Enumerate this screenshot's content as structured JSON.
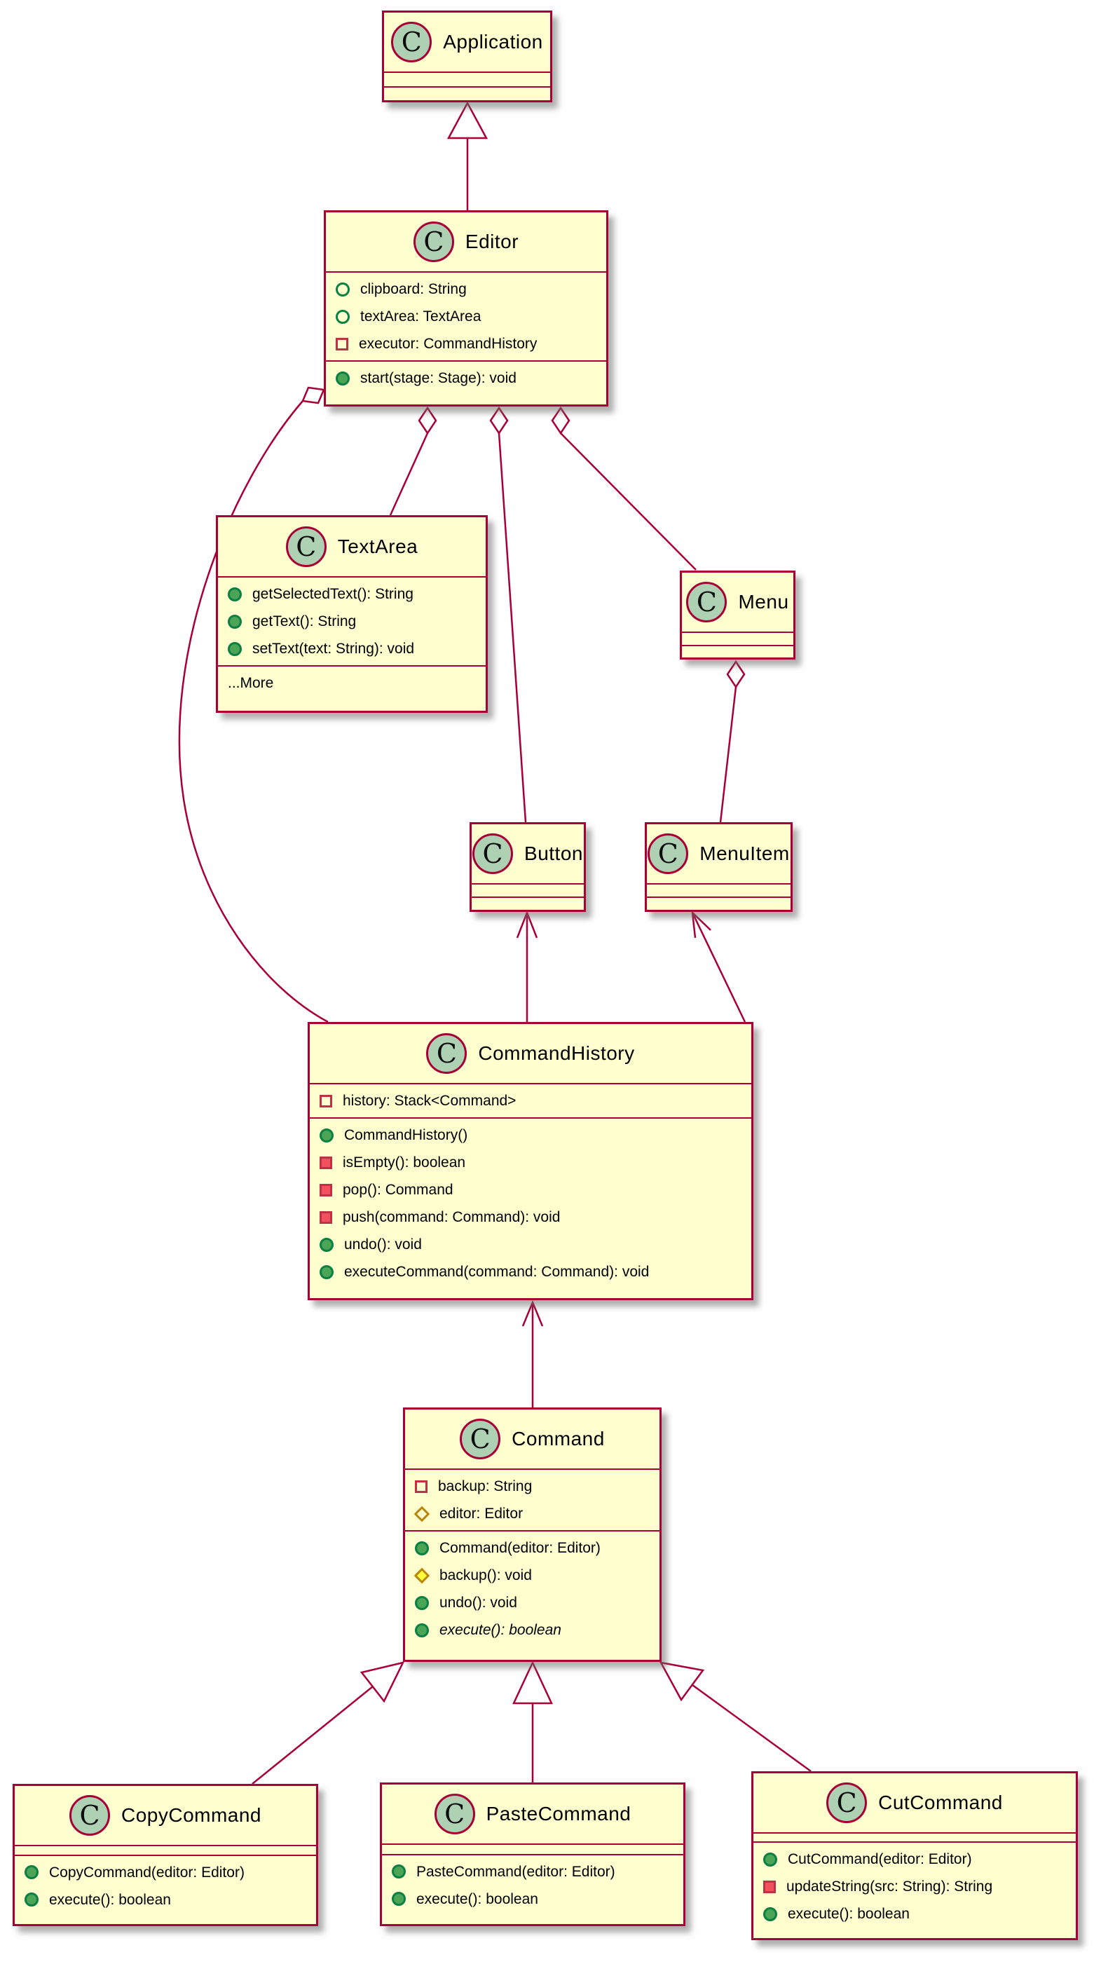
{
  "diagram_title": "Command pattern class diagram",
  "colors": {
    "box_fill": "#FEFECE",
    "border": "#A80036",
    "class_circle_fill": "#ADD1B2",
    "public_icon": "#0B8043",
    "private_icon": "#BE3246",
    "protected_icon": "#B8860B"
  },
  "classes": {
    "application": {
      "stereotype": "C",
      "name": "Application",
      "compartments": [
        [],
        []
      ]
    },
    "editor": {
      "stereotype": "C",
      "name": "Editor",
      "compartments": [
        [
          {
            "icon": "public-field",
            "text": "clipboard: String"
          },
          {
            "icon": "public-field",
            "text": "textArea: TextArea"
          },
          {
            "icon": "private-field",
            "text": "executor: CommandHistory"
          }
        ],
        [
          {
            "icon": "public-method",
            "text": "start(stage: Stage): void"
          }
        ]
      ]
    },
    "textarea": {
      "stereotype": "C",
      "name": "TextArea",
      "compartments": [
        [
          {
            "icon": "public-method",
            "text": "getSelectedText(): String"
          },
          {
            "icon": "public-method",
            "text": "getText(): String"
          },
          {
            "icon": "public-method",
            "text": "setText(text: String): void"
          }
        ],
        [
          {
            "icon": null,
            "text": "...More"
          }
        ]
      ]
    },
    "menu": {
      "stereotype": "C",
      "name": "Menu",
      "compartments": [
        [],
        []
      ]
    },
    "button": {
      "stereotype": "C",
      "name": "Button",
      "compartments": [
        [],
        []
      ]
    },
    "menuitem": {
      "stereotype": "C",
      "name": "MenuItem",
      "compartments": [
        [],
        []
      ]
    },
    "commandhistory": {
      "stereotype": "C",
      "name": "CommandHistory",
      "compartments": [
        [
          {
            "icon": "private-field",
            "text": "history: Stack<Command>"
          }
        ],
        [
          {
            "icon": "public-method",
            "text": "CommandHistory()"
          },
          {
            "icon": "private-method",
            "text": "isEmpty(): boolean"
          },
          {
            "icon": "private-method",
            "text": "pop(): Command"
          },
          {
            "icon": "private-method",
            "text": "push(command: Command): void"
          },
          {
            "icon": "public-method",
            "text": "undo(): void"
          },
          {
            "icon": "public-method",
            "text": "executeCommand(command: Command): void"
          }
        ]
      ]
    },
    "command": {
      "stereotype": "C",
      "name": "Command",
      "compartments": [
        [
          {
            "icon": "private-field",
            "text": "backup: String"
          },
          {
            "icon": "protected-field",
            "text": "editor: Editor"
          }
        ],
        [
          {
            "icon": "public-method",
            "text": "Command(editor: Editor)"
          },
          {
            "icon": "protected-method",
            "text": "backup(): void"
          },
          {
            "icon": "public-method",
            "text": "undo(): void"
          },
          {
            "icon": "public-method",
            "text": "execute(): boolean",
            "italic": true
          }
        ]
      ]
    },
    "copycommand": {
      "stereotype": "C",
      "name": "CopyCommand",
      "compartments": [
        [],
        [
          {
            "icon": "public-method",
            "text": "CopyCommand(editor: Editor)"
          },
          {
            "icon": "public-method",
            "text": "execute(): boolean"
          }
        ]
      ]
    },
    "pastecommand": {
      "stereotype": "C",
      "name": "PasteCommand",
      "compartments": [
        [],
        [
          {
            "icon": "public-method",
            "text": "PasteCommand(editor: Editor)"
          },
          {
            "icon": "public-method",
            "text": "execute(): boolean"
          }
        ]
      ]
    },
    "cutcommand": {
      "stereotype": "C",
      "name": "CutCommand",
      "compartments": [
        [],
        [
          {
            "icon": "public-method",
            "text": "CutCommand(editor: Editor)"
          },
          {
            "icon": "private-method",
            "text": "updateString(src: String): String"
          },
          {
            "icon": "public-method",
            "text": "execute(): boolean"
          }
        ]
      ]
    }
  },
  "relationships": [
    {
      "from": "Editor",
      "to": "Application",
      "type": "extends"
    },
    {
      "from": "Editor",
      "to": "TextArea",
      "type": "aggregation"
    },
    {
      "from": "Editor",
      "to": "Button",
      "type": "aggregation"
    },
    {
      "from": "Editor",
      "to": "Menu",
      "type": "aggregation"
    },
    {
      "from": "Editor",
      "to": "CommandHistory",
      "type": "aggregation"
    },
    {
      "from": "Menu",
      "to": "MenuItem",
      "type": "aggregation"
    },
    {
      "from": "CommandHistory",
      "to": "Button",
      "type": "association-arrow"
    },
    {
      "from": "CommandHistory",
      "to": "MenuItem",
      "type": "association-arrow"
    },
    {
      "from": "Command",
      "to": "CommandHistory",
      "type": "association-arrow"
    },
    {
      "from": "CopyCommand",
      "to": "Command",
      "type": "extends"
    },
    {
      "from": "PasteCommand",
      "to": "Command",
      "type": "extends"
    },
    {
      "from": "CutCommand",
      "to": "Command",
      "type": "extends"
    }
  ]
}
